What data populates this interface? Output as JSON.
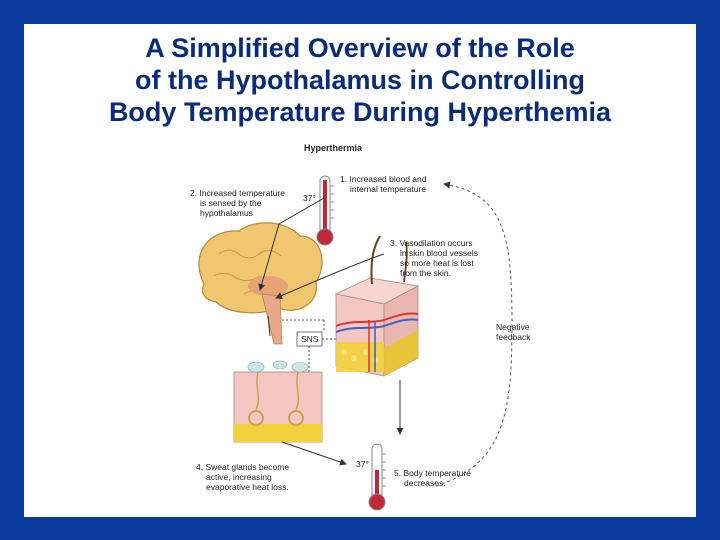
{
  "slide": {
    "title_lines": [
      "A Simplified Overview of the Role",
      "of the Hypothalamus in Controlling",
      "Body Temperature During Hyperthemia"
    ]
  },
  "diagram": {
    "header": "Hyperthermia",
    "step1": [
      "1. Increased blood and",
      "internal temperature"
    ],
    "step2": [
      "2. Increased temperature",
      "is sensed by the",
      "hypothalamus"
    ],
    "step3": [
      "3. Vasodilation occurs",
      "in skin blood vessels",
      "so more heat is lost",
      "from the skin."
    ],
    "step4": [
      "4. Sweat glands become",
      "active, increasing",
      "evaporative heat loss."
    ],
    "step5": [
      "5. Body temperature",
      "decreases."
    ],
    "therm_top_label": "37°",
    "therm_bottom_label": "37°",
    "sns_label": "SNS",
    "feedback": [
      "Negative",
      "feedback"
    ]
  },
  "colors": {
    "frame": "#0a3a9c",
    "title": "#0a2a7a",
    "mercury": "#c0283a",
    "brain": "#f0c66e",
    "skin": "#f4c7c3",
    "fat": "#f2d23c"
  }
}
